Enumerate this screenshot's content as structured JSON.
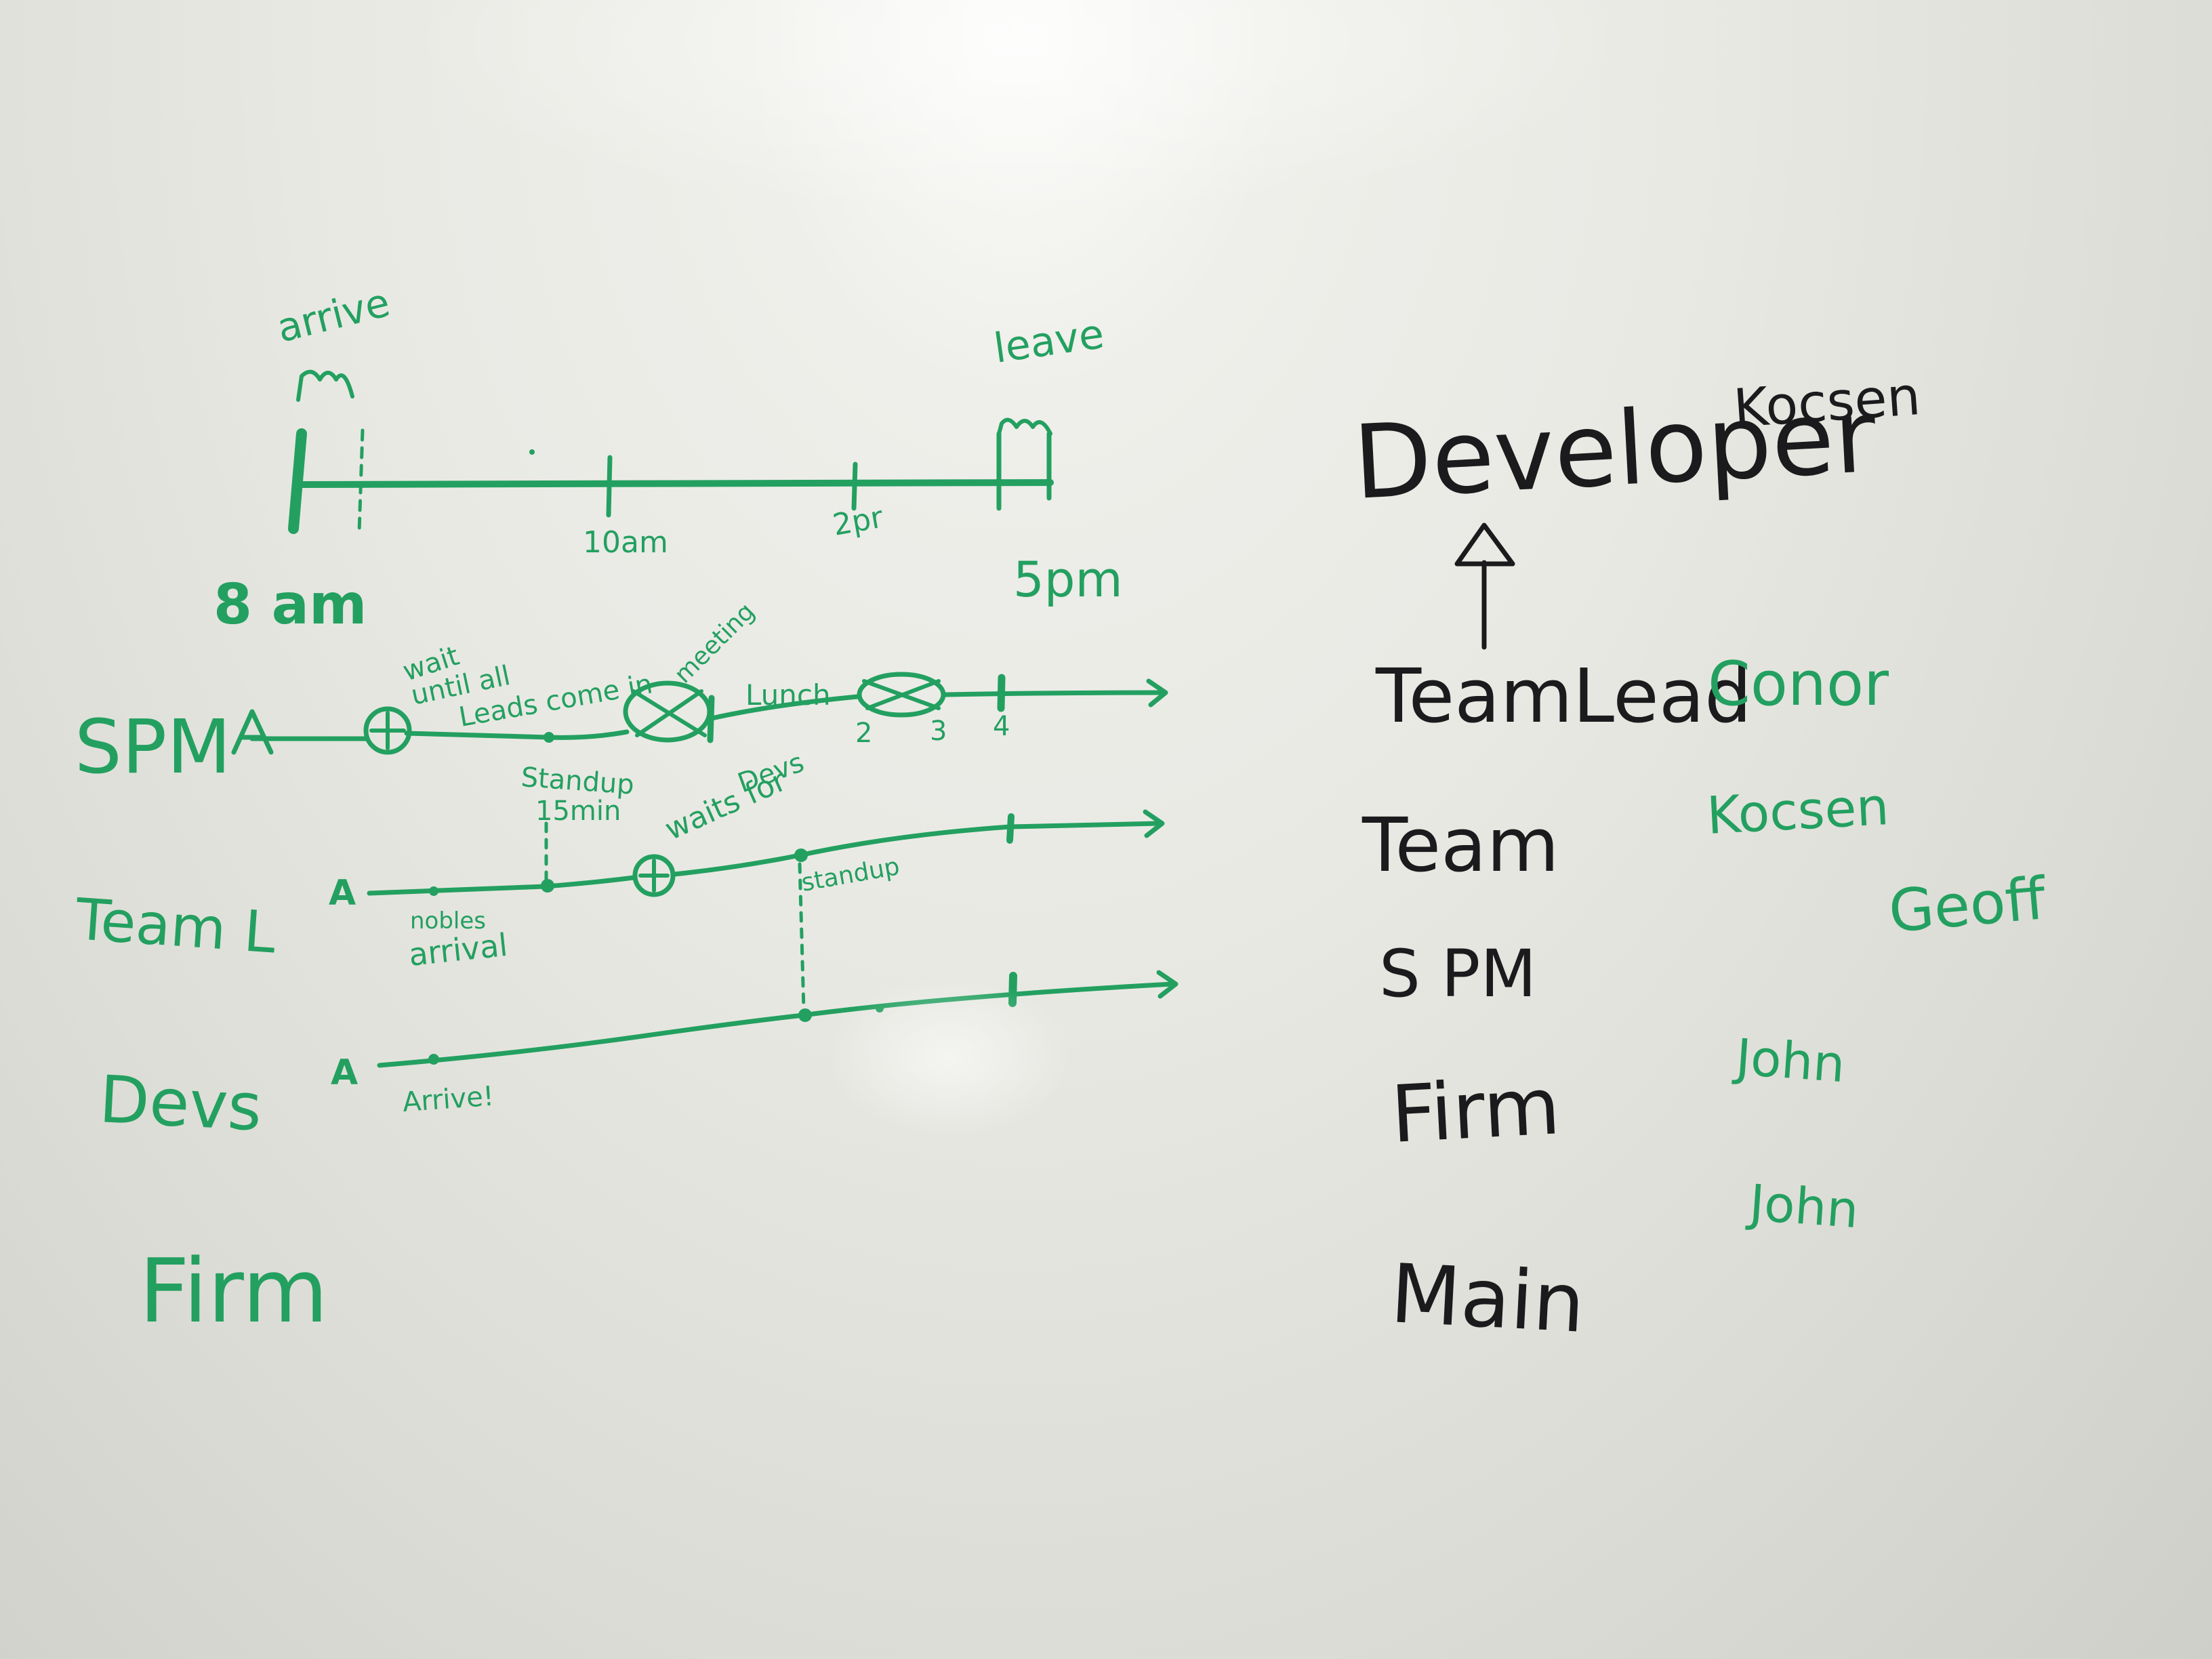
{
  "colors": {
    "board": "#e9e9e4",
    "green_marker": "#23a060",
    "black_marker": "#1b1b1d"
  },
  "timeline": {
    "arrive": "arrive",
    "leave": "leave",
    "start": "8 am",
    "tick_10": "10am",
    "tick_2": "2pr",
    "end": "5pm"
  },
  "lanes": {
    "spm": {
      "label": "SPM",
      "start_marker": "A",
      "note_wait": [
        "wait",
        "until all",
        "Leads come in"
      ],
      "note_meeting": "meeting",
      "note_lunch": "Lunch",
      "note_standup": [
        "Standup",
        "15min"
      ],
      "numbers": [
        "2",
        "3",
        "4"
      ]
    },
    "teaml": {
      "label": "Team L",
      "start_marker": "A",
      "note_arrival": [
        "nobles",
        "arrival"
      ],
      "note_wait": [
        "waits for",
        "Devs"
      ],
      "note_standup": "standup"
    },
    "devs": {
      "label": "Devs",
      "start_marker": "A",
      "note_arrive": "Arrive!"
    },
    "firm": {
      "label": "Firm"
    }
  },
  "hierarchy": [
    {
      "role": "Developer",
      "name": "Kocsen",
      "role_color": "#1b1b1d",
      "name_color": "#1b1b1d"
    },
    {
      "role": "TeamLead",
      "name": "Conor",
      "role_color": "#1b1b1d",
      "name_color": "#23a060"
    },
    {
      "role": "Team",
      "name": "Kocsen",
      "role_color": "#1b1b1d",
      "name_color": "#23a060"
    },
    {
      "role": "S PM",
      "name": "Geoff",
      "role_color": "#1b1b1d",
      "name_color": "#23a060"
    },
    {
      "role": "Firm",
      "name": "John",
      "role_color": "#1b1b1d",
      "name_color": "#23a060"
    },
    {
      "role": "Main",
      "name": "John",
      "role_color": "#1b1b1d",
      "name_color": "#23a060"
    }
  ]
}
